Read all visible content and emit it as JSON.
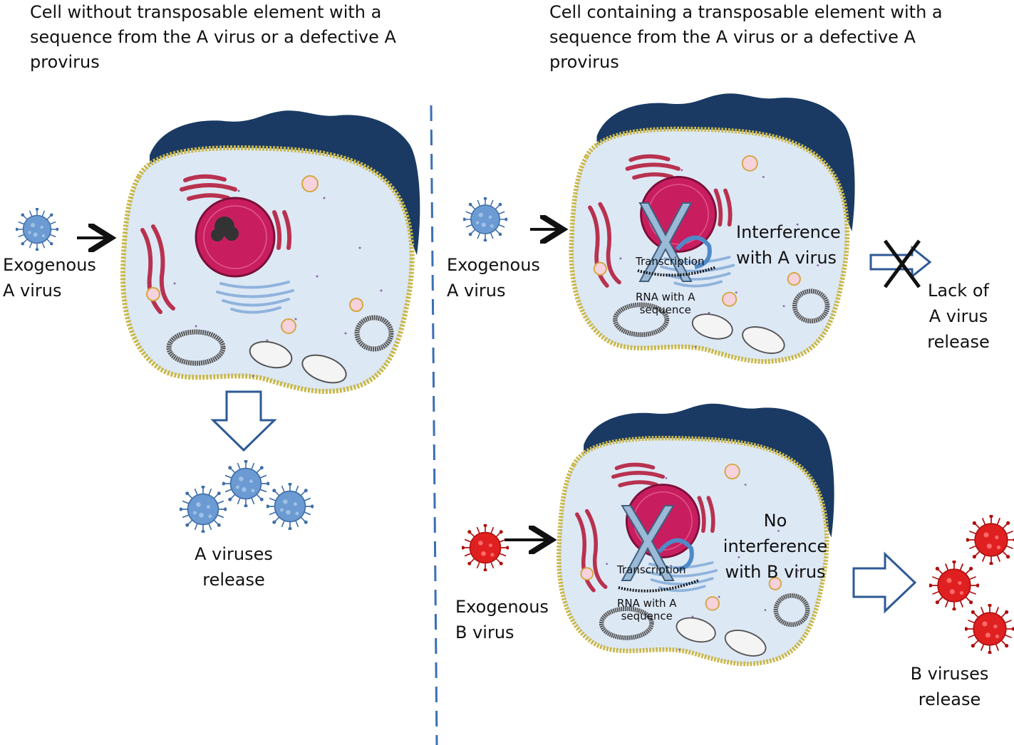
{
  "left_panel": {
    "title": [
      "Cell  without transposable element with a",
      "sequence from the A virus or a defective A",
      "provirus"
    ],
    "incoming_label": [
      "Exogenous",
      "A virus"
    ],
    "release_label": [
      "A viruses",
      "release"
    ]
  },
  "right_top_panel": {
    "title": [
      "Cell  containing a transposable element with a",
      "sequence from the A virus or a defective A",
      "provirus"
    ],
    "incoming_label": [
      "Exogenous",
      "A virus"
    ],
    "transcription_label": "Transcription",
    "rna_label": [
      "RNA  with A",
      "sequence"
    ],
    "effect_label": [
      "Interference",
      "with  A virus"
    ],
    "outcome_label": [
      "Lack of",
      "A virus",
      "release"
    ]
  },
  "right_bottom_panel": {
    "incoming_label": [
      "Exogenous",
      "B virus"
    ],
    "transcription_label": "Transcription",
    "rna_label": [
      "RNA  with A",
      "sequence"
    ],
    "effect_label": [
      "No",
      "interference",
      "with  B virus"
    ],
    "release_label": [
      "B viruses",
      "release"
    ]
  },
  "colors": {
    "virus_a": "#6b9bd2",
    "virus_b": "#e02020",
    "cytoplasm": "#dde8f5",
    "membrane": "#c9b84a",
    "cap": "#1a3a64",
    "nucleus": "#c81e5f",
    "divider": "#3a6fb5",
    "arrow_outline": "#2e5a96"
  }
}
